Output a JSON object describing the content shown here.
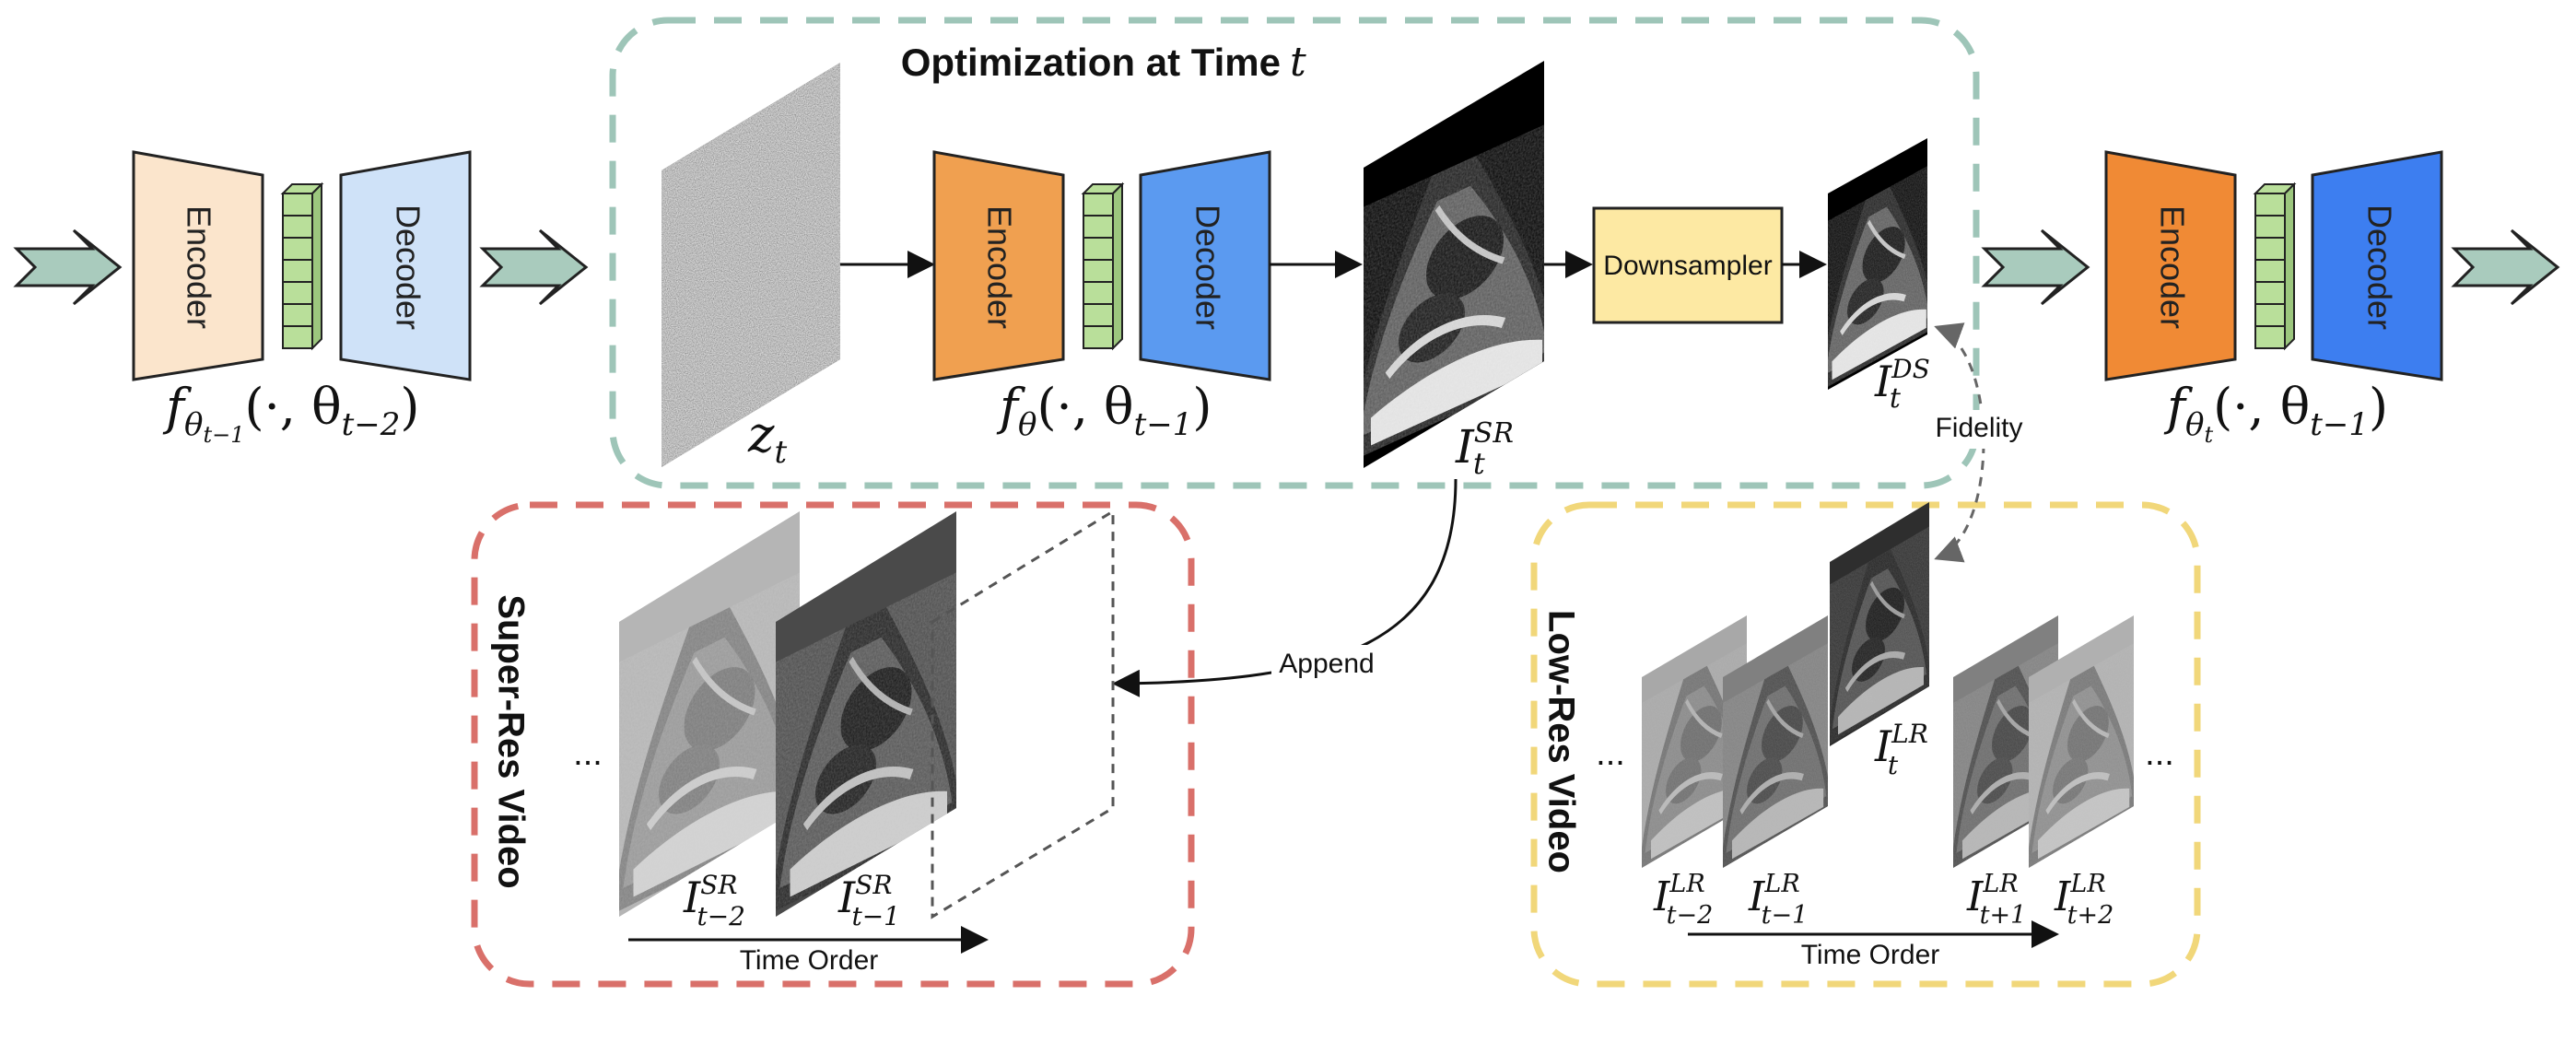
{
  "top_group": {
    "title": "Optimization at Time",
    "title_var": "t"
  },
  "blocks": {
    "prev": {
      "encoder_label": "Encoder",
      "decoder_label": "Decoder",
      "func": "f",
      "func_sub": "θ",
      "func_sub2": "t−1",
      "func_args": "(·, θ",
      "func_args_sub": "t−2",
      "func_close": ")"
    },
    "current": {
      "encoder_label": "Encoder",
      "decoder_label": "Decoder",
      "func": "f",
      "func_sub": "θ",
      "func_args": "(·, θ",
      "func_args_sub": "t−1",
      "func_close": ")"
    },
    "next": {
      "encoder_label": "Encoder",
      "decoder_label": "Decoder",
      "func": "f",
      "func_sub": "θ",
      "func_sub2": "t",
      "func_args": "(·, θ",
      "func_args_sub": "t−1",
      "func_close": ")"
    }
  },
  "noise": {
    "label": "z",
    "label_sub": "t"
  },
  "sr_output": {
    "label": "I",
    "label_sub": "t",
    "label_sup": "SR"
  },
  "downsampler": {
    "label": "Downsampler"
  },
  "ds_output": {
    "label": "I",
    "label_sub": "t",
    "label_sup": "DS"
  },
  "fidelity_label": "Fidelity",
  "append_label": "Append",
  "super_res_video": {
    "title": "Super-Res Video",
    "ellipsis": "...",
    "frames": [
      {
        "label": "I",
        "sub": "t−2",
        "sup": "SR"
      },
      {
        "label": "I",
        "sub": "t−1",
        "sup": "SR"
      }
    ],
    "time_order": "Time Order"
  },
  "low_res_video": {
    "title": "Low-Res Video",
    "ellipsis_left": "...",
    "ellipsis_right": "...",
    "current_frame": {
      "label": "I",
      "sub": "t",
      "sup": "LR"
    },
    "frames": [
      {
        "label": "I",
        "sub": "t−2",
        "sup": "LR"
      },
      {
        "label": "I",
        "sub": "t−1",
        "sup": "LR"
      },
      {
        "label": "I",
        "sub": "t+1",
        "sup": "LR"
      },
      {
        "label": "I",
        "sub": "t+2",
        "sup": "LR"
      }
    ],
    "time_order": "Time Order"
  },
  "colors": {
    "top_group_border": "#9ec5b8",
    "super_res_border": "#d9706a",
    "low_res_border": "#f1d77a",
    "encoder_prev": "#fbe5cc",
    "decoder_prev": "#cfe2f8",
    "encoder_active": "#f0a050",
    "decoder_active": "#5b9af0",
    "encoder_next": "#f08a35",
    "decoder_next": "#3d7ef0",
    "latent": "#b9df9a",
    "downsampler": "#fde9a3",
    "flow_arrow": "#a9cbbd"
  }
}
